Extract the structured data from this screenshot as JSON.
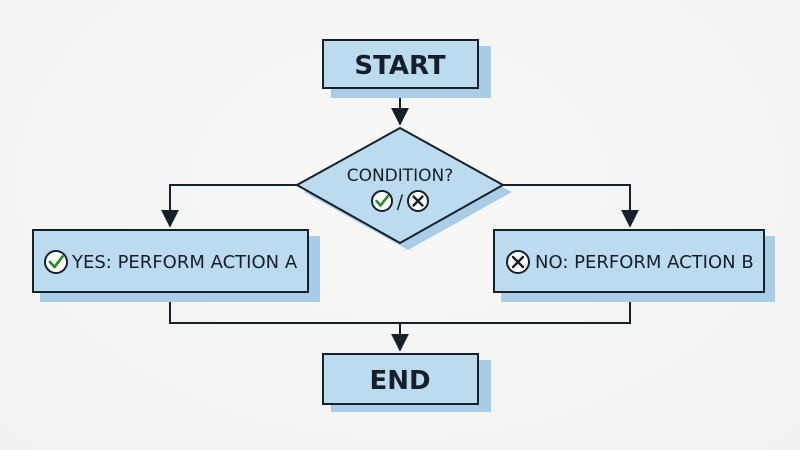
{
  "nodes": {
    "start": {
      "label": "START"
    },
    "decision": {
      "label": "CONDITION?",
      "separator": "/"
    },
    "action_a": {
      "label": "YES: PERFORM ACTION A"
    },
    "action_b": {
      "label": "NO: PERFORM ACTION B"
    },
    "end": {
      "label": "END"
    }
  },
  "icons": {
    "yes": "check-circle-icon",
    "no": "x-circle-icon"
  },
  "colors": {
    "box_fill": "#bcdbee",
    "shadow": "#a9cde6",
    "stroke": "#16202a",
    "check": "#2e8b2e",
    "background": "#f4f4f2"
  }
}
